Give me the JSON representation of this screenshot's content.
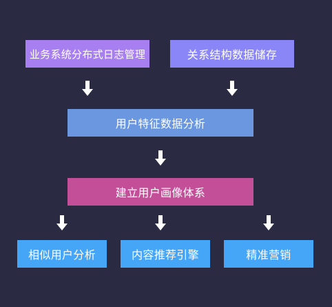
{
  "diagram": {
    "colors": {
      "background": "#2a2a42",
      "purple": "#a87ff0",
      "violet": "#8a86f8",
      "steel_blue": "#6a97df",
      "magenta": "#c24f98",
      "sky_blue": "#45a5f7",
      "arrow": "#ffffff"
    },
    "sources": {
      "log_system": "业务系统分布式日志管理",
      "relational_storage": "关系结构数据储存"
    },
    "analysis": "用户特征数据分析",
    "profile": "建立用户画像体系",
    "applications": {
      "similar_users": "相似用户分析",
      "recommendation": "内容推荐引擎",
      "precision_marketing": "精准营销"
    }
  }
}
